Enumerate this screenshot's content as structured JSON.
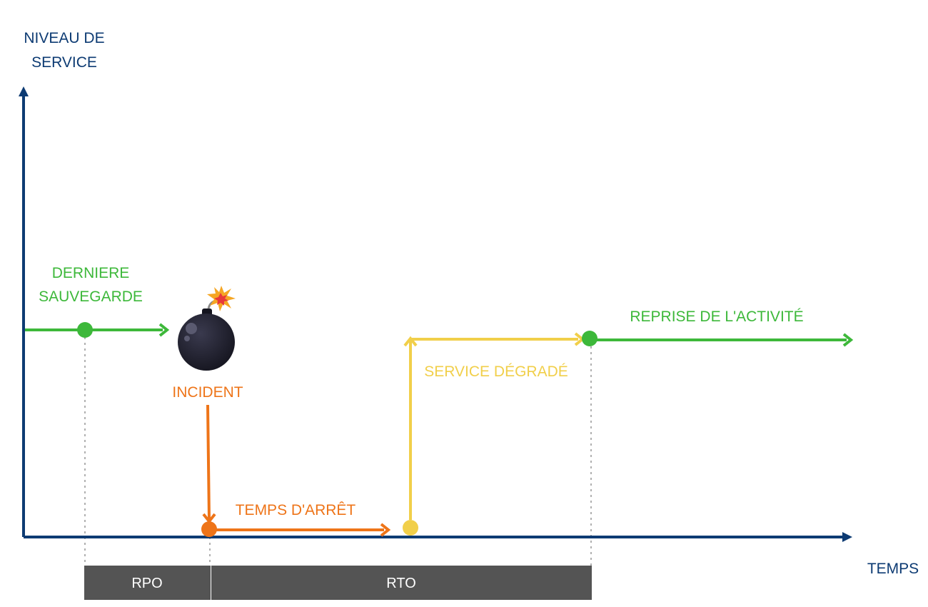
{
  "axes": {
    "y_label_line1": "NIVEAU DE",
    "y_label_line2": "SERVICE",
    "x_label": "TEMPS"
  },
  "events": {
    "last_backup_line1": "DERNIERE",
    "last_backup_line2": "SAUVEGARDE",
    "incident": "INCIDENT",
    "downtime": "TEMPS D'ARRÊT",
    "degraded_service": "SERVICE DÉGRADÉ",
    "activity_resumption": "REPRISE DE L'ACTIVITÉ"
  },
  "intervals": {
    "rpo": "RPO",
    "rto": "RTO"
  },
  "colors": {
    "axis": "#0d3b73",
    "green": "#3db83a",
    "orange": "#ee7418",
    "yellow": "#f1cf4a",
    "bar": "#545454",
    "guide": "#b0b0b0"
  },
  "icons": {
    "incident": "bomb-icon"
  }
}
